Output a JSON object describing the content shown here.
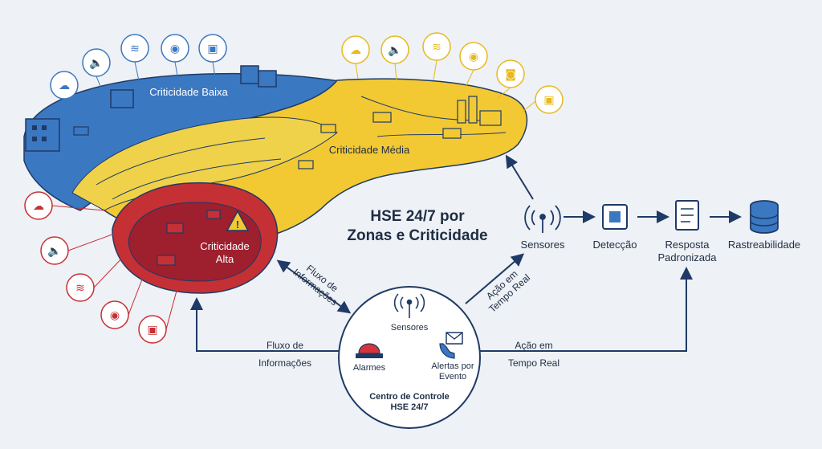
{
  "title": {
    "line1": "HSE 24/7 por",
    "line2": "Zonas e Criticidade"
  },
  "zones": {
    "low": "Criticidade Baixa",
    "medium": "Criticidade Média",
    "high_line1": "Criticidade",
    "high_line2": "Alta"
  },
  "pipeline": [
    {
      "label": "Sensores",
      "icon": "antenna-icon"
    },
    {
      "label": "Detecção",
      "icon": "chip-icon"
    },
    {
      "label": "Resposta",
      "label2": "Padronizada",
      "icon": "document-icon"
    },
    {
      "label": "Rastreabilidade",
      "icon": "database-icon"
    }
  ],
  "flows": {
    "diag_left_line1": "Fluxo de",
    "diag_left_line2": "Informações",
    "bottom_left_line1": "Fluxo de",
    "bottom_left_line2": "Informações",
    "diag_right_line1": "Ação em",
    "diag_right_line2": "Tempo Real",
    "bottom_right_line1": "Ação em",
    "bottom_right_line2": "Tempo Real"
  },
  "control_center": {
    "sensors": "Sensores",
    "alarms": "Alarmes",
    "alerts_line1": "Alertas por",
    "alerts_line2": "Evento",
    "name_line1": "Centro de Controle",
    "name_line2": "HSE 24/7"
  },
  "colors": {
    "blue": "#3b78c2",
    "yellow": "#f2c933",
    "red": "#c53035",
    "navy": "#1f3a66",
    "bg": "#eef1f5"
  }
}
